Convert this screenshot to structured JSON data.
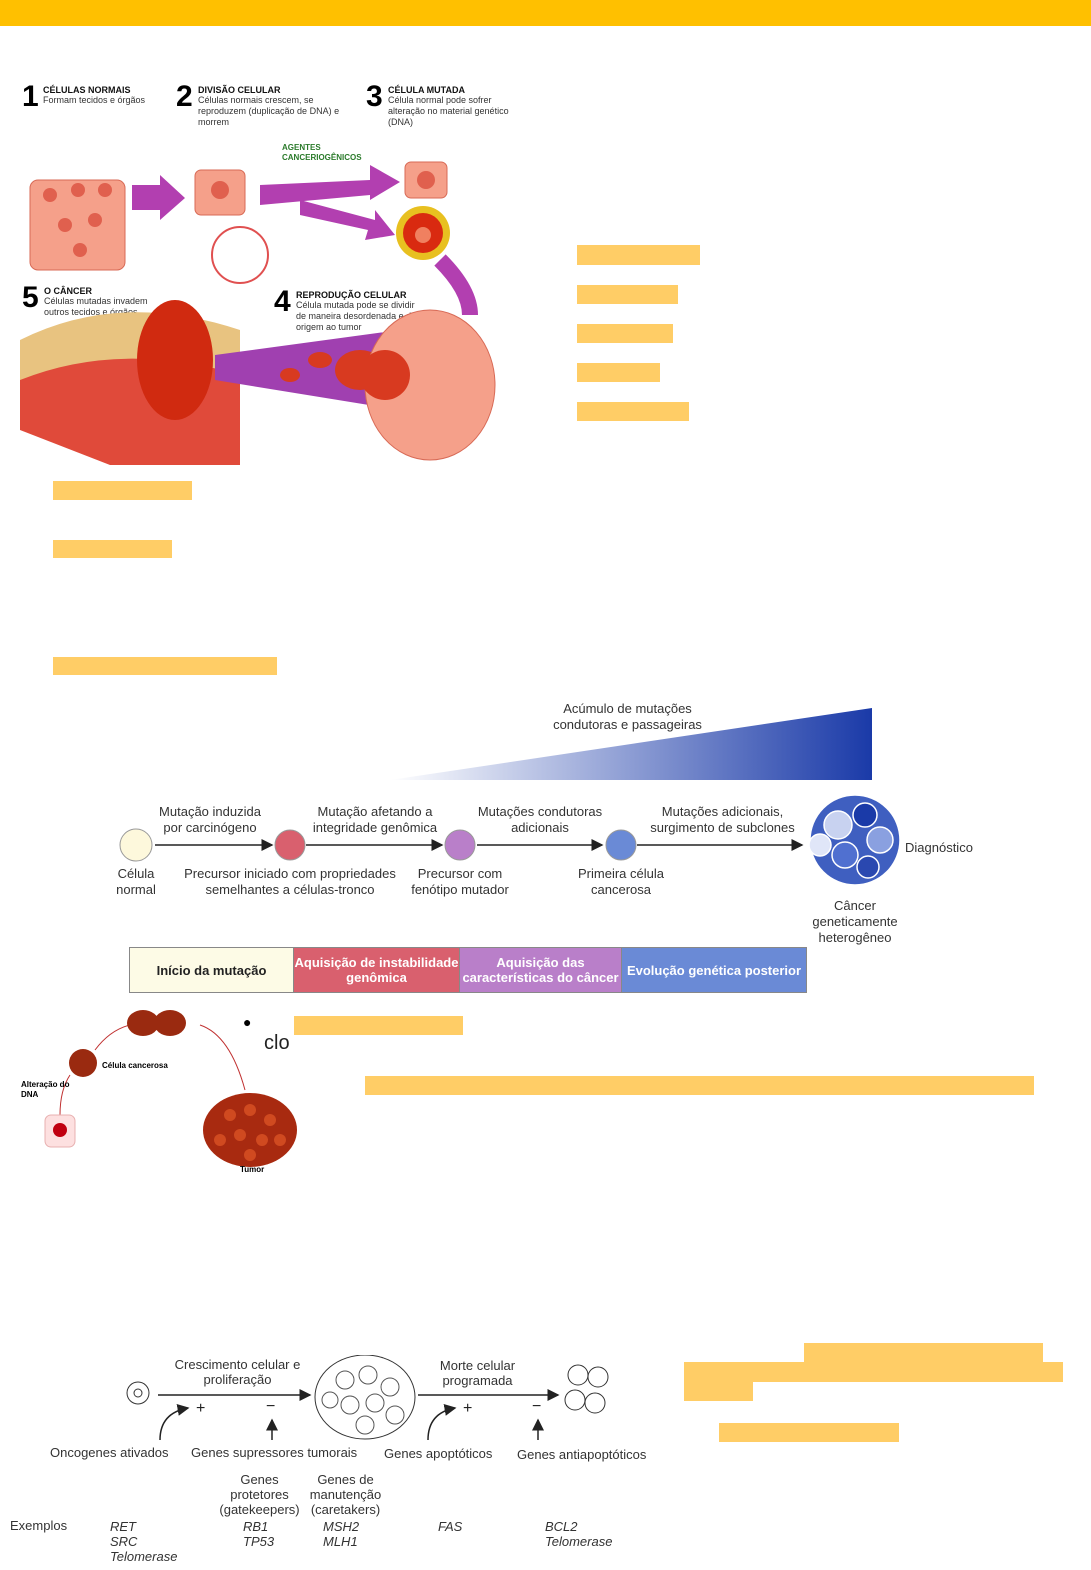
{
  "colors": {
    "topbar": "#FFC000",
    "highlight": "#FFCD66"
  },
  "figure1": {
    "steps": [
      {
        "num": "1",
        "title": "CÉLULAS NORMAIS",
        "text": "Formam tecidos e órgãos"
      },
      {
        "num": "2",
        "title": "DIVISÃO CELULAR",
        "text": "Células normais crescem, se reproduzem (duplicação de DNA) e morrem"
      },
      {
        "num": "3",
        "title": "CÉLULA MUTADA",
        "text": "Célula normal pode sofrer alteração no material genético (DNA)"
      },
      {
        "num": "4",
        "title": "REPRODUÇÃO CELULAR",
        "text": "Célula mutada pode se dividir de maneira desordenada e dar origem ao tumor"
      },
      {
        "num": "5",
        "title": "O CÂNCER",
        "text": "Células mutadas invadem outros tecidos e órgãos"
      }
    ],
    "agents": "AGENTES CANCERIOGÊNICOS"
  },
  "figure2": {
    "gradient_label": "Acúmulo de mutações condutoras e passageiras",
    "arrows": [
      "Mutação induzida por carcinógeno",
      "Mutação afetando a integridade genômica",
      "Mutações condutoras adicionais",
      "Mutações adicionais, surgimento de subclones"
    ],
    "cells": [
      "Célula normal",
      "Precursor iniciado com propriedades semelhantes a células-tronco",
      "Precursor com fenótipo mutador",
      "Primeira célula cancerosa"
    ],
    "diagnosis": "Diagnóstico",
    "final": "Câncer geneticamente heterogêneo",
    "stages": [
      "Início da mutação",
      "Aquisição de instabilidade genômica",
      "Aquisição das características do câncer",
      "Evolução genética posterior"
    ]
  },
  "figure3": {
    "dna": "Alteração do DNA",
    "cell": "Célula cancerosa",
    "tumor": "Tumor"
  },
  "bullet_text": "clo",
  "figure4": {
    "growth": "Crescimento celular e proliferação",
    "death": "Morte celular programada",
    "genes": [
      "Oncogenes ativados",
      "Genes supressores tumorais",
      "Genes apoptóticos",
      "Genes antiapoptóticos"
    ],
    "sub_gatekeepers": "Genes protetores (gatekeepers)",
    "sub_caretakers": "Genes de manutenção (caretakers)",
    "examples_label": "Exemplos",
    "examples": {
      "oncogenes": "RET\nSRC\nTelomerase",
      "gatekeepers": "RB1\nTP53",
      "caretakers": "MSH2\nMLH1",
      "apoptotic": "FAS",
      "antiapoptotic": "BCL2\nTelomerase"
    }
  }
}
